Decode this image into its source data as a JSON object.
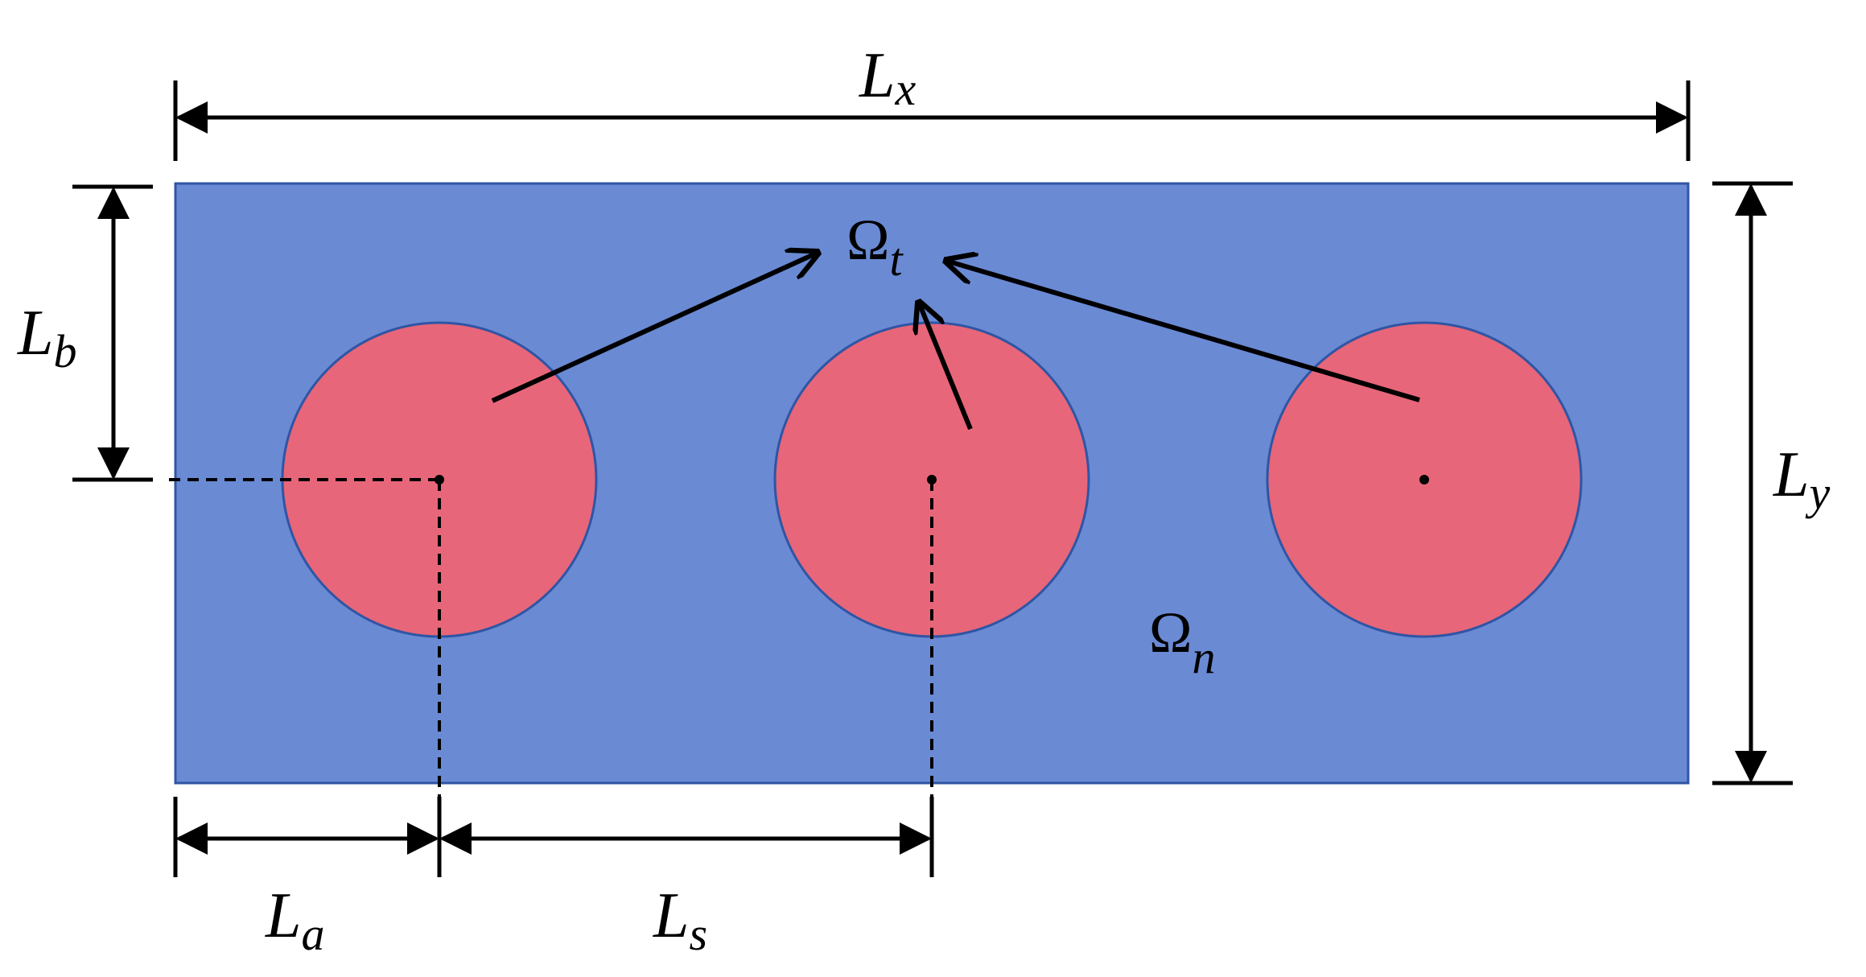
{
  "labels": {
    "lx": {
      "main": "L",
      "sub": "x"
    },
    "ly": {
      "main": "L",
      "sub": "y"
    },
    "lb": {
      "main": "L",
      "sub": "b"
    },
    "la": {
      "main": "L",
      "sub": "a"
    },
    "ls": {
      "main": "L",
      "sub": "s"
    },
    "omega_t": {
      "main": "Ω",
      "sub": "t"
    },
    "omega_n": {
      "main": "Ω",
      "sub": "n"
    }
  },
  "colors": {
    "matrix_fill": "#6a8ad4",
    "matrix_stroke": "#2f55a4",
    "inclusion_fill": "#e86679",
    "inclusion_stroke": "#2f55a4",
    "line": "#000000",
    "background": "#ffffff"
  },
  "regions": {
    "matrix": "Ω_n",
    "inclusions": "Ω_t",
    "inclusion_count": 3
  }
}
